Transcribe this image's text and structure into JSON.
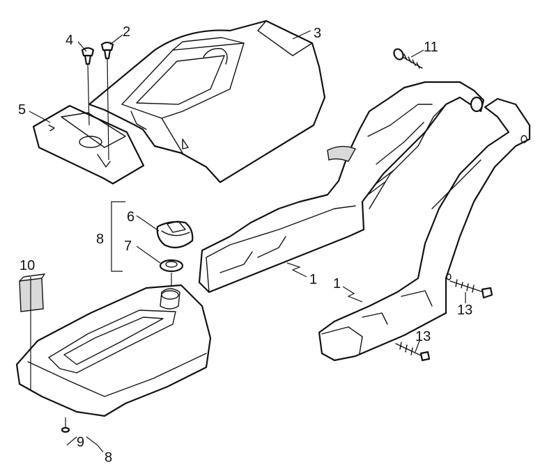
{
  "diagram": {
    "callouts": [
      {
        "id": "c1a",
        "label": "1"
      },
      {
        "id": "c1b",
        "label": "1"
      },
      {
        "id": "c2",
        "label": "2"
      },
      {
        "id": "c3",
        "label": "3"
      },
      {
        "id": "c4",
        "label": "4"
      },
      {
        "id": "c5",
        "label": "5"
      },
      {
        "id": "c6",
        "label": "6"
      },
      {
        "id": "c7",
        "label": "7"
      },
      {
        "id": "c8a",
        "label": "8"
      },
      {
        "id": "c8b",
        "label": "8"
      },
      {
        "id": "c9",
        "label": "9"
      },
      {
        "id": "c10",
        "label": "10"
      },
      {
        "id": "c11",
        "label": "11"
      },
      {
        "id": "c13a",
        "label": "13"
      },
      {
        "id": "c13b",
        "label": "13"
      }
    ]
  }
}
